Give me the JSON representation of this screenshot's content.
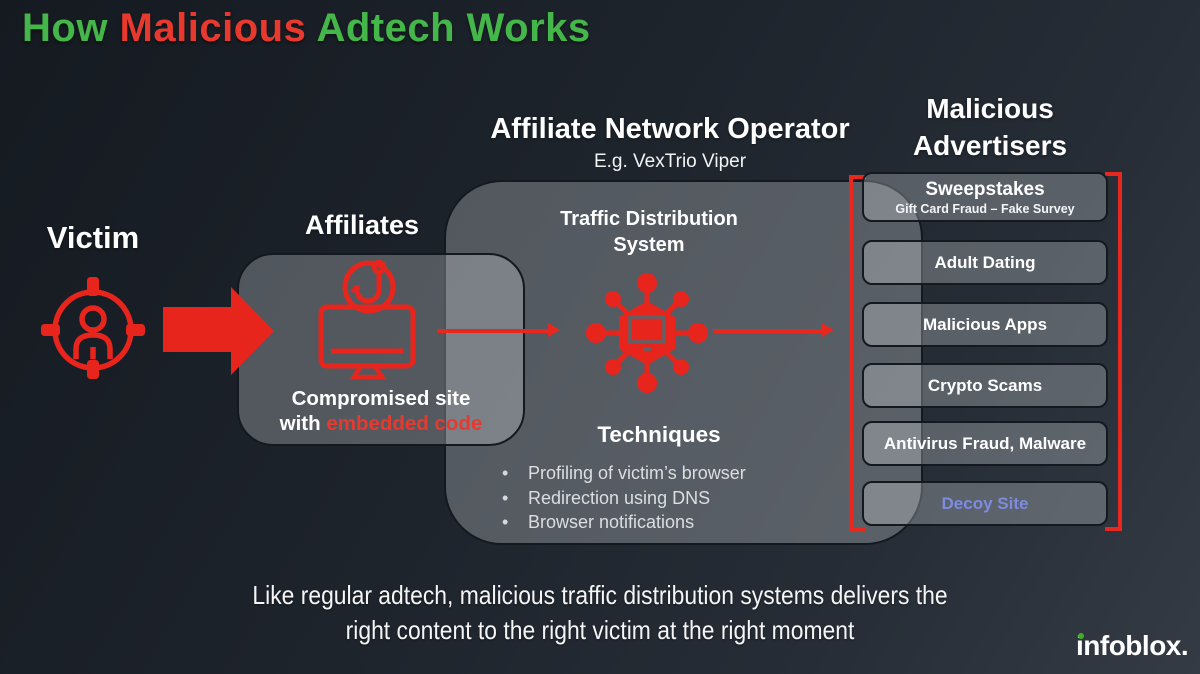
{
  "title": {
    "part_how": "How",
    "part_malicious": " Malicious",
    "part_rest": " Adtech Works"
  },
  "victim": {
    "label": "Victim"
  },
  "affiliates": {
    "label": "Affiliates",
    "caption_line1": "Compromised site",
    "caption_with": "with ",
    "caption_embedded": "embedded code"
  },
  "operator": {
    "heading": "Affiliate Network Operator",
    "subheading": "E.g. VexTrio Viper",
    "tds_line1": "Traffic Distribution",
    "tds_line2": "System",
    "techniques_heading": "Techniques",
    "techniques": [
      "Profiling of  victim’s browser",
      "Redirection using DNS",
      "Browser notifications"
    ]
  },
  "advertisers": {
    "heading_line1": "Malicious",
    "heading_line2": "Advertisers",
    "items": [
      {
        "label": "Sweepstakes",
        "sub": "Gift Card Fraud – Fake Survey"
      },
      {
        "label": "Adult Dating"
      },
      {
        "label": "Malicious Apps"
      },
      {
        "label": "Crypto Scams"
      },
      {
        "label": "Antivirus Fraud, Malware"
      },
      {
        "label": "Decoy Site"
      }
    ]
  },
  "footer": {
    "caption_line1": "Like regular adtech, malicious traffic distribution systems delivers the",
    "caption_line2": "right content to the right victim at the right moment",
    "logo": "infoblox."
  },
  "colors": {
    "title_green": "#45b649",
    "title_red": "#e8392f",
    "accent_red": "#e8281e",
    "decoy_blue": "#7d8ce0",
    "logo_green": "#3fae2a",
    "box_fill": "rgba(233,237,242,0.27)",
    "background_dark": "#1e242c"
  }
}
